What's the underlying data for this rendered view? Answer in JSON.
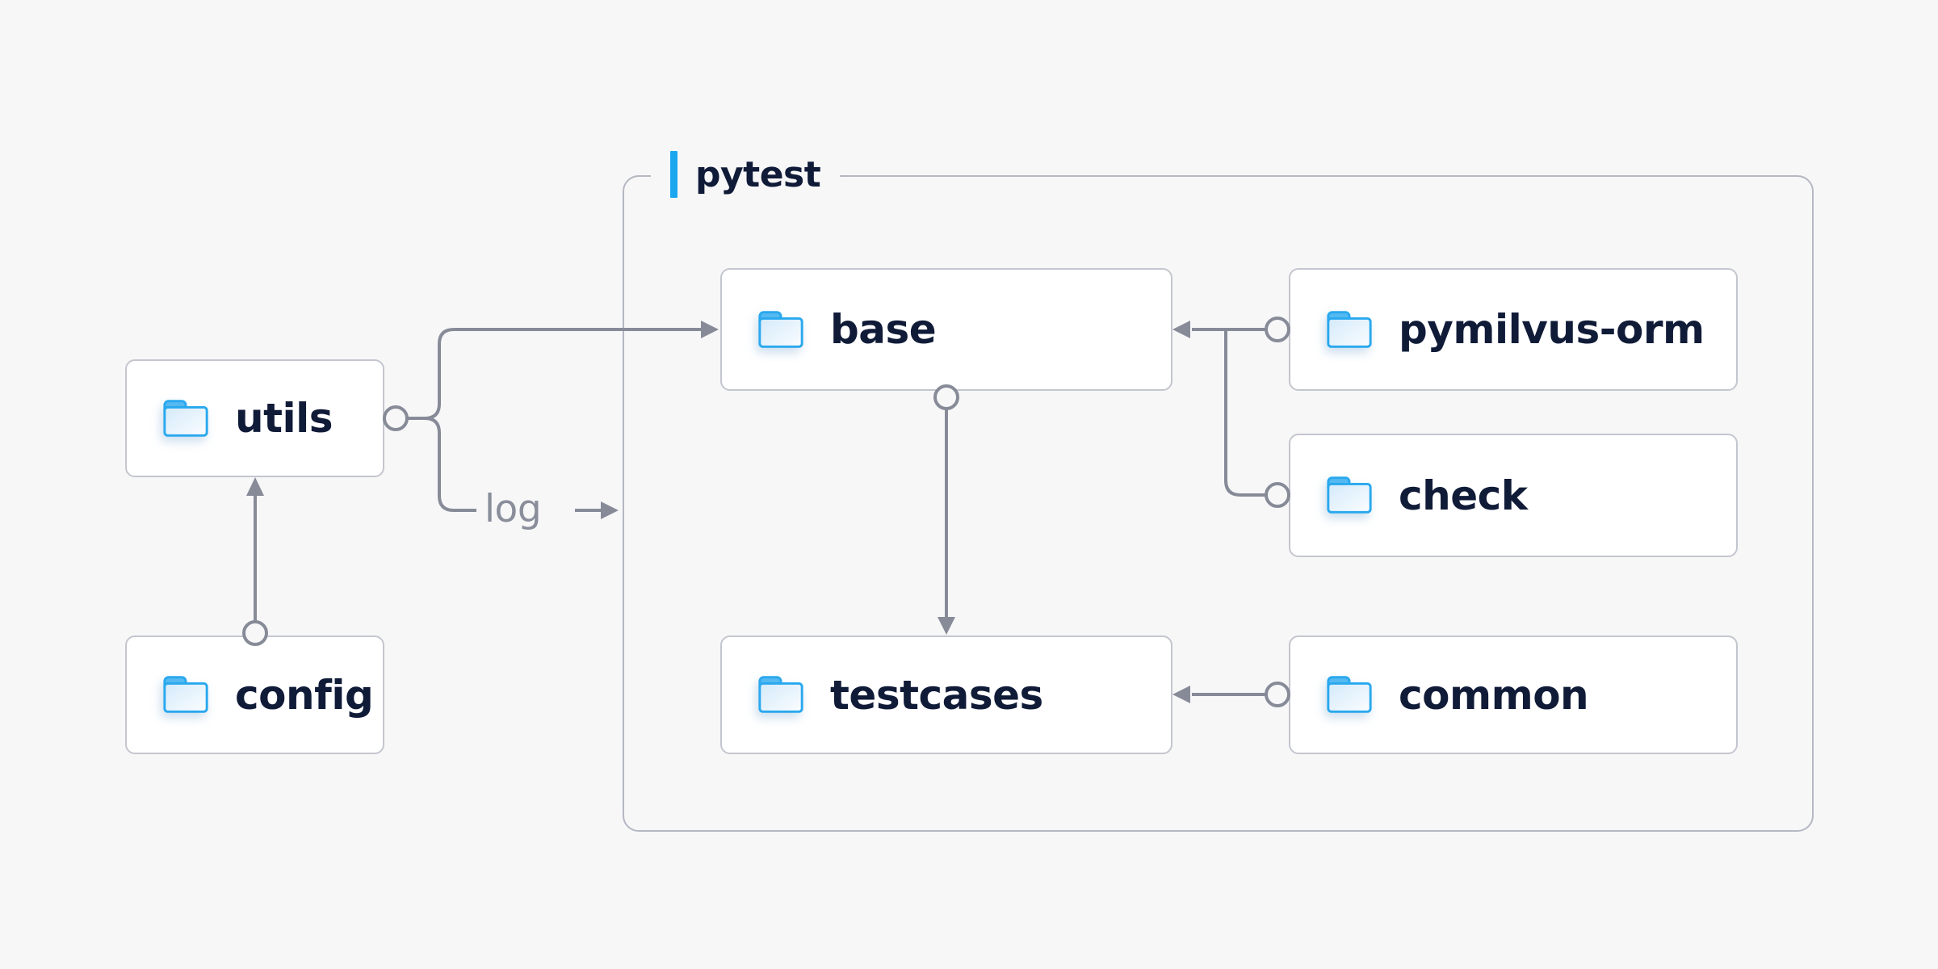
{
  "colors": {
    "bg": "#f7f7f8",
    "box": "#ffffff",
    "box-border": "#c4c6cf",
    "group-border": "#b5b7c2",
    "line": "#878b98",
    "text": "#101b38",
    "muted": "#8a8e9b",
    "accent": "#1aa7f0",
    "folder-stroke": "#29a8ee"
  },
  "group": {
    "label": "pytest"
  },
  "nodes": {
    "utils": {
      "label": "utils",
      "icon": "folder-icon"
    },
    "config": {
      "label": "config",
      "icon": "folder-icon"
    },
    "base": {
      "label": "base",
      "icon": "folder-icon"
    },
    "pymilvus_orm": {
      "label": "pymilvus-orm",
      "icon": "folder-icon"
    },
    "check": {
      "label": "check",
      "icon": "folder-icon"
    },
    "testcases": {
      "label": "testcases",
      "icon": "folder-icon"
    },
    "common": {
      "label": "common",
      "icon": "folder-icon"
    }
  },
  "edges": {
    "log": {
      "label": "log"
    },
    "list": [
      {
        "from": "config",
        "to": "utils"
      },
      {
        "from": "utils",
        "to": "base"
      },
      {
        "from": "utils",
        "to": "log"
      },
      {
        "from": "base",
        "to": "testcases"
      },
      {
        "from": "pymilvus-orm",
        "to": "base"
      },
      {
        "from": "check",
        "to": "base"
      },
      {
        "from": "common",
        "to": "testcases"
      }
    ]
  }
}
